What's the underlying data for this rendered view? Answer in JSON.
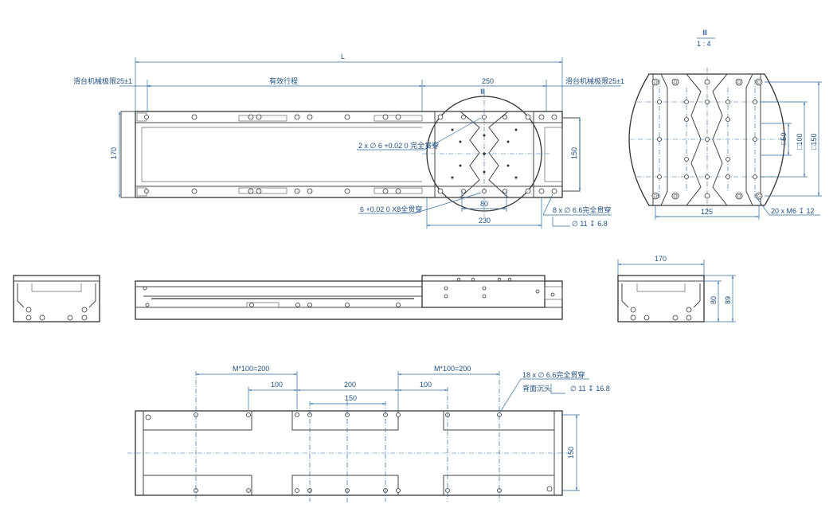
{
  "top_view": {
    "length_label": "L",
    "left_limit": "滑台机械极限25±1",
    "stroke_label": "有效行程",
    "table_width": "250",
    "right_limit": "滑台机械极限25±1",
    "height_170": "170",
    "height_150": "150",
    "pin_hole_note": "2 x ∅ 6 +0.02 0 完全贯穿",
    "pin_hole_depth_note": "6 +0.02 0 X8全贯穿",
    "table_center": "80",
    "table_base": "230",
    "mount_holes": "8 x ∅ 6.6完全贯穿",
    "counterbore": "∅ 11 ↧ 6.8"
  },
  "side_view": {
    "section_ratio": "1 : 4",
    "section_mark": "Ⅲ",
    "dim_50": "□50",
    "dim_100": "□100",
    "dim_150": "□150",
    "dim_125": "125",
    "thread_note": "20 x M6 ↧ 12"
  },
  "end_view": {
    "width_170": "170",
    "height_80": "80",
    "height_89": "89"
  },
  "bottom_view": {
    "pitch_left": "M*100=200",
    "pitch_right": "M*100=200",
    "dim_100_left": "100",
    "dim_200": "200",
    "dim_100_right": "100",
    "dim_150": "150",
    "height_150": "150",
    "holes_note": "18 x ∅ 6.6完全贯穿",
    "counterbore_note": "背面沉头",
    "counterbore_dim": "∅ 11 ↧ 16.8"
  }
}
